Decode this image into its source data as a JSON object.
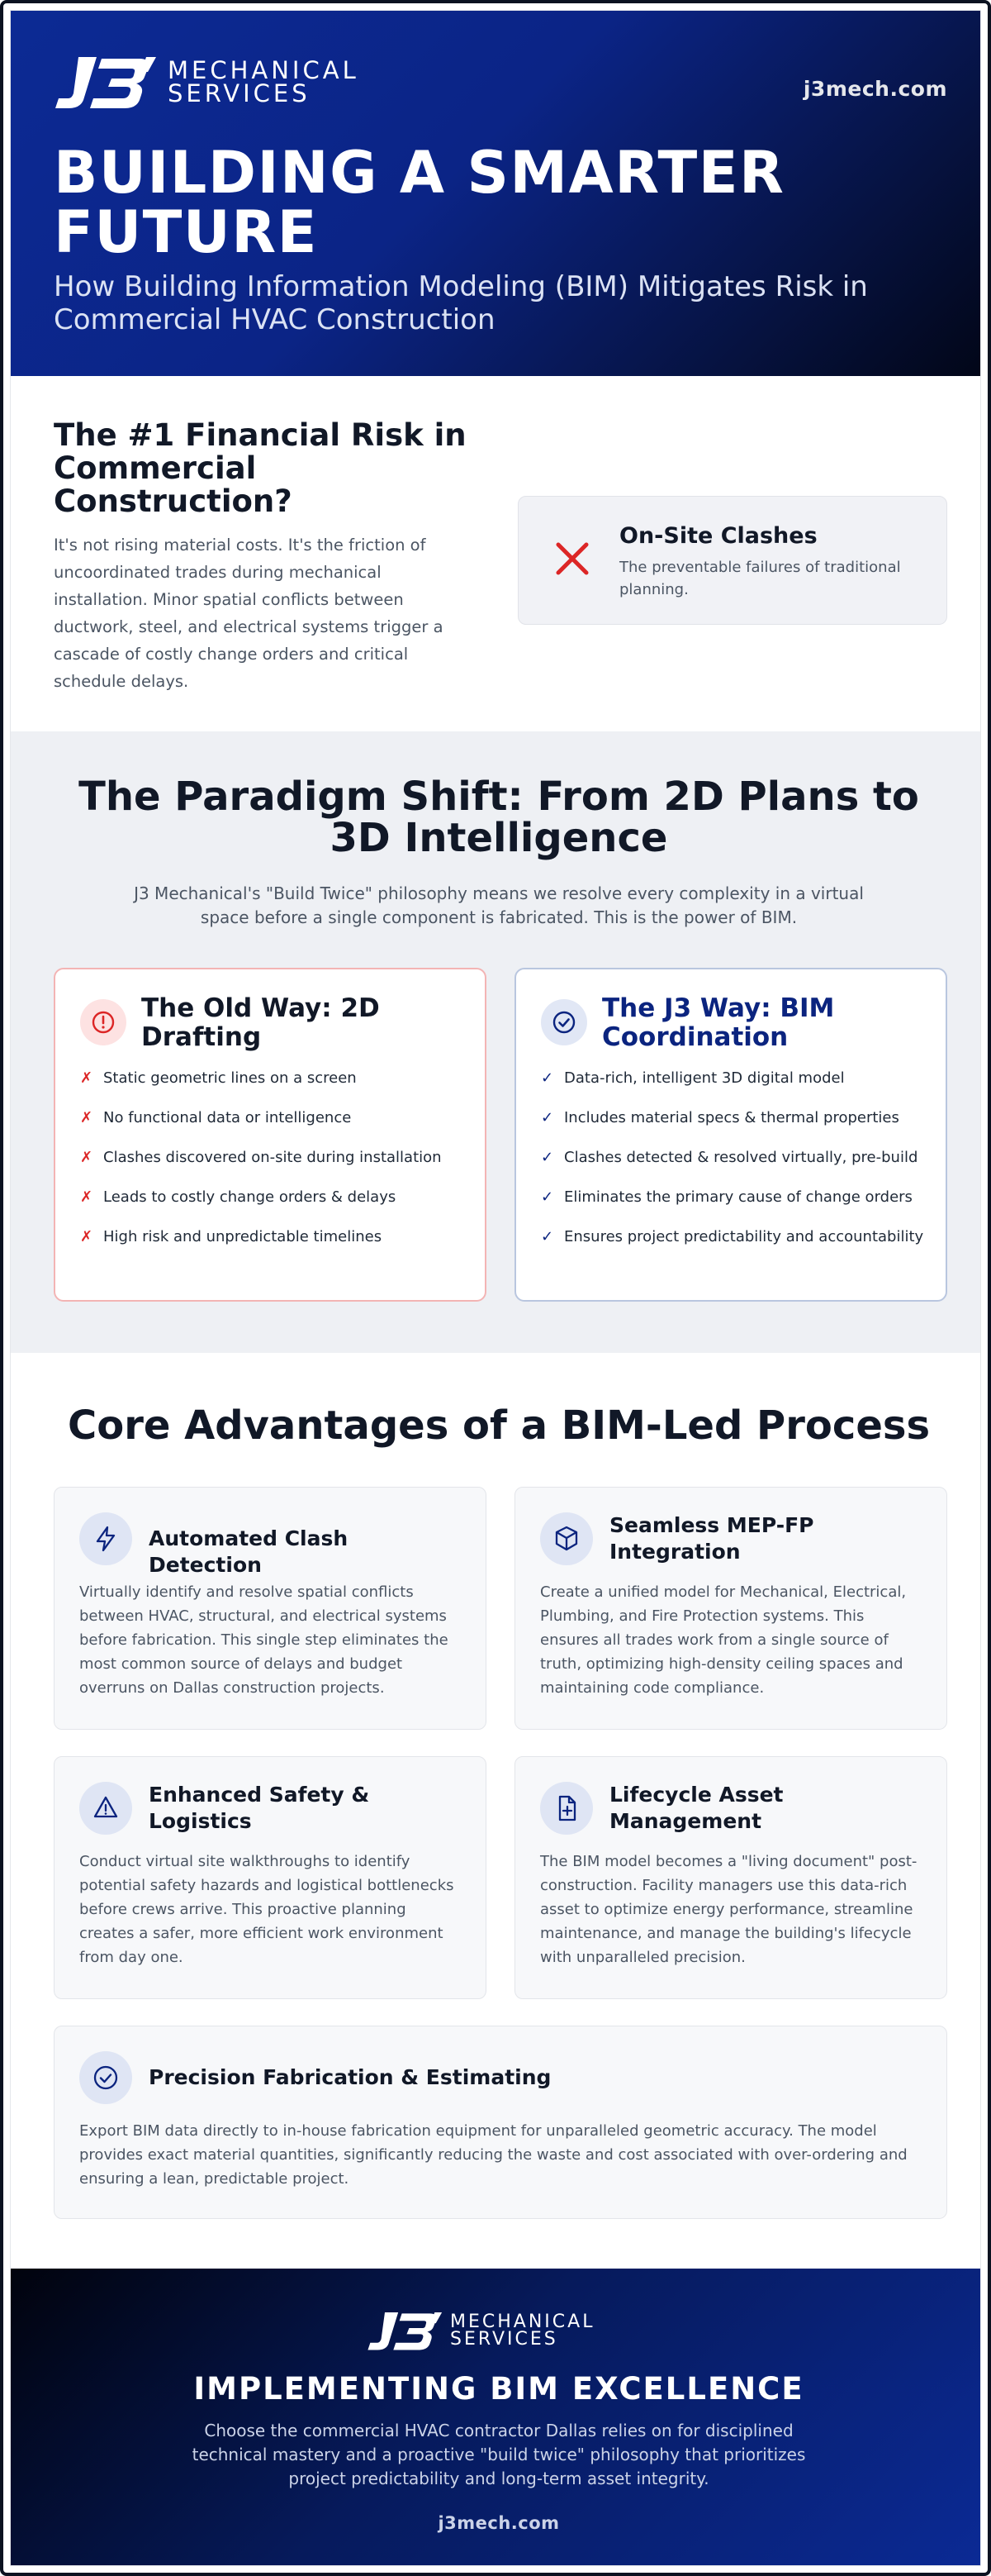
{
  "brand": {
    "logo_text_line1": "MECHANICAL",
    "logo_text_line2": "SERVICES",
    "site": "j3mech.com",
    "primary_color": "#0c2a94",
    "dark_color": "#020617"
  },
  "hero": {
    "title": "BUILDING A SMARTER FUTURE",
    "subtitle": "How Building Information Modeling (BIM) Mitigates Risk in Commercial HVAC Construction"
  },
  "risk": {
    "heading": "The #1 Financial Risk in Commercial Construction?",
    "body": "It's not rising material costs. It's the friction of uncoordinated trades during mechanical installation. Minor spatial conflicts between ductwork, steel, and electrical systems trigger a cascade of costly change orders and critical schedule delays.",
    "card": {
      "icon": "x-icon",
      "title": "On-Site Clashes",
      "description": "The preventable failures of traditional planning."
    }
  },
  "paradigm": {
    "heading": "The Paradigm Shift: From 2D Plans to 3D Intelligence",
    "intro": "J3 Mechanical's \"Build Twice\" philosophy means we resolve every complexity in a virtual space before a single component is fabricated. This is the power of BIM.",
    "old": {
      "icon": "alert-circle-icon",
      "title": "The Old Way: 2D Drafting",
      "mark": "✗",
      "items": [
        "Static geometric lines on a screen",
        "No functional data or intelligence",
        "Clashes discovered on-site during installation",
        "Leads to costly change orders & delays",
        "High risk and unpredictable timelines"
      ]
    },
    "new": {
      "icon": "check-circle-icon",
      "title": "The J3 Way: BIM Coordination",
      "mark": "✓",
      "items": [
        "Data-rich, intelligent 3D digital model",
        "Includes material specs & thermal properties",
        "Clashes detected & resolved virtually, pre-build",
        "Eliminates the primary cause of change orders",
        "Ensures project predictability and accountability"
      ]
    }
  },
  "advantages": {
    "heading": "Core Advantages of a BIM-Led Process",
    "items": [
      {
        "icon": "lightning-icon",
        "title": "Automated Clash Detection",
        "text": "Virtually identify and resolve spatial conflicts between HVAC, structural, and electrical systems before fabrication. This single step eliminates the most common source of delays and budget overruns on Dallas construction projects."
      },
      {
        "icon": "cube-icon",
        "title": "Seamless MEP-FP Integration",
        "text": "Create a unified model for Mechanical, Electrical, Plumbing, and Fire Protection systems. This ensures all trades work from a single source of truth, optimizing high-density ceiling spaces and maintaining code compliance."
      },
      {
        "icon": "warning-triangle-icon",
        "title": "Enhanced Safety & Logistics",
        "text": "Conduct virtual site walkthroughs to identify potential safety hazards and logistical bottlenecks before crews arrive. This proactive planning creates a safer, more efficient work environment from day one."
      },
      {
        "icon": "file-plus-icon",
        "title": "Lifecycle Asset Management",
        "text": "The BIM model becomes a \"living document\" post-construction. Facility managers use this data-rich asset to optimize energy performance, streamline maintenance, and manage the building's lifecycle with unparalleled precision."
      },
      {
        "icon": "check-circle-icon",
        "title": "Precision Fabrication & Estimating",
        "text": "Export BIM data directly to in-house fabrication equipment for unparalleled geometric accuracy. The model provides exact material quantities, significantly reducing the waste and cost associated with over-ordering and ensuring a lean, predictable project."
      }
    ]
  },
  "footer": {
    "heading": "IMPLEMENTING BIM EXCELLENCE",
    "text": "Choose the commercial HVAC contractor Dallas relies on for disciplined technical mastery and a proactive \"build twice\" philosophy that prioritizes project predictability and long-term asset integrity.",
    "site": "j3mech.com"
  }
}
